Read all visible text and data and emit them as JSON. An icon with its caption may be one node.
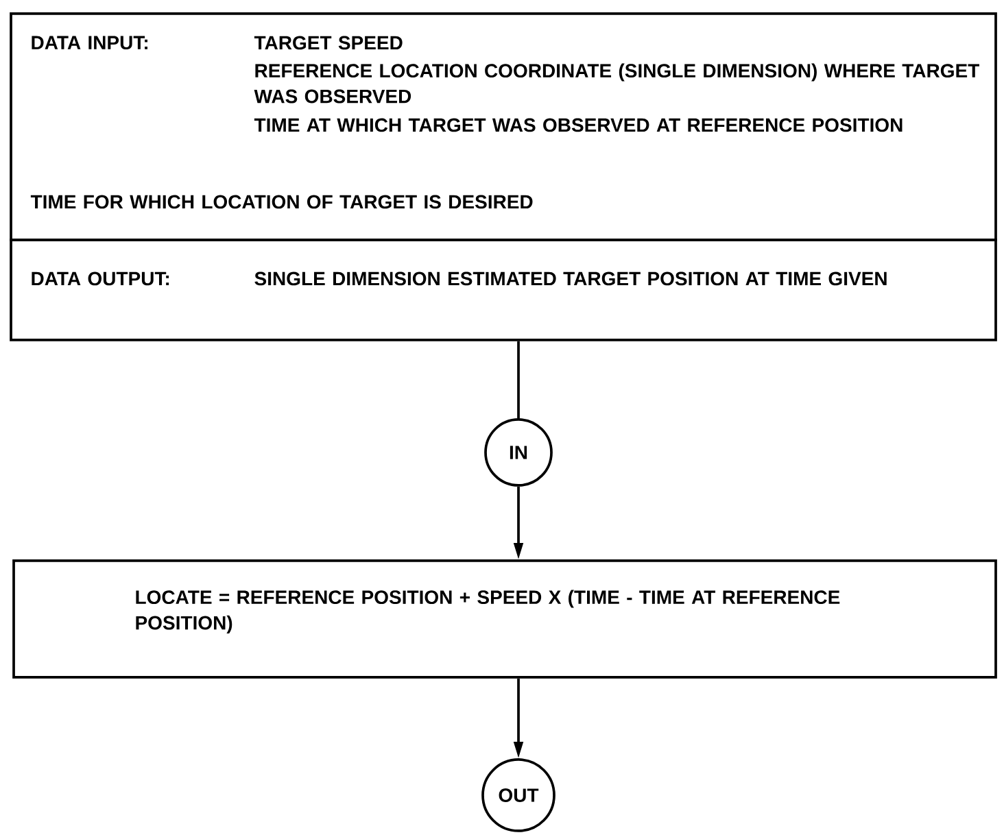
{
  "diagram": {
    "nodes": [
      {
        "text": [
          "DATA INPUT:",
          "TARGET SPEED",
          "REFERENCE LOCATION COORDINATE (SINGLE DIMENSION) WHERE TARGET WAS OBSERVED",
          "TIME AT WHICH TARGET WAS OBSERVED AT REFERENCE POSITION",
          "TIME FOR WHICH LOCATION OF TARGET IS DESIRED"
        ]
      },
      {
        "text": [
          "DATA OUTPUT:",
          "SINGLE DIMENSION ESTIMATED TARGET POSITION AT TIME GIVEN"
        ]
      },
      {
        "text": [
          "IN"
        ]
      },
      {
        "text": [
          "LOCATE = REFERENCE POSITION + SPEED X (TIME - TIME AT REFERENCE POSITION)"
        ]
      },
      {
        "text": [
          "OUT"
        ]
      }
    ],
    "edges": [
      {
        "from": 1,
        "to": 2,
        "arrow": "none"
      },
      {
        "from": 2,
        "to": 3,
        "arrow": "to"
      },
      {
        "from": 3,
        "to": 4,
        "arrow": "to"
      }
    ]
  }
}
